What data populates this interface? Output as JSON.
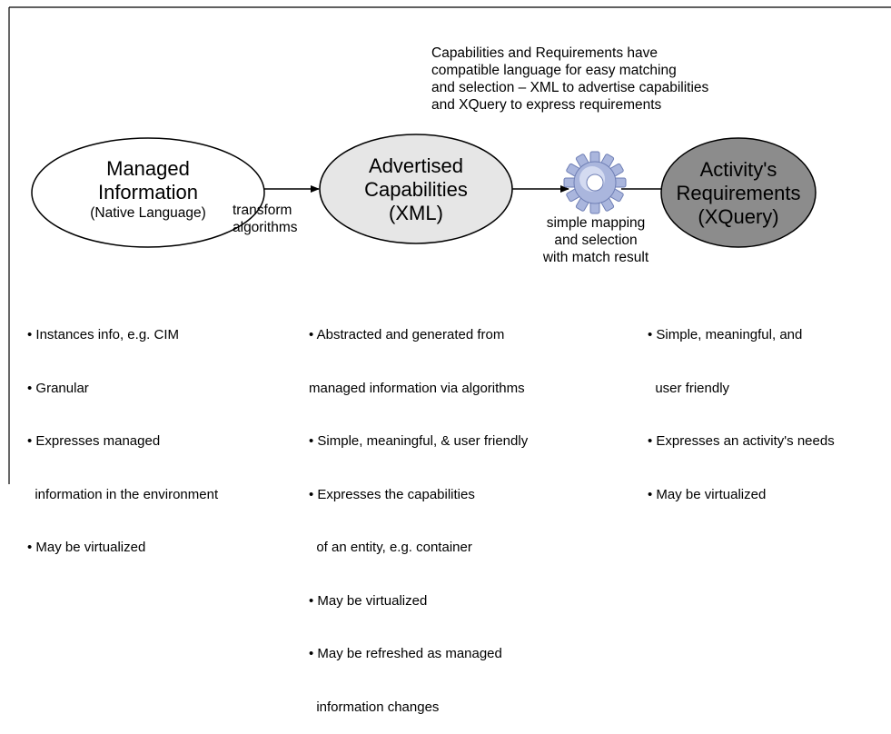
{
  "top_note": [
    "Capabilities and Requirements have",
    "compatible language for easy matching",
    "and selection – XML to advertise capabilities",
    "and XQuery to express requirements"
  ],
  "nodes": {
    "managed": {
      "line1": "Managed",
      "line2": "Information",
      "line3": "(Native Language)"
    },
    "advertised": {
      "line1": "Advertised",
      "line2": "Capabilities",
      "line3": "(XML)"
    },
    "requirements": {
      "line1": "Activity's",
      "line2": "Requirements",
      "line3": "(XQuery)"
    }
  },
  "edges": {
    "transform": [
      "transform",
      "algorithms"
    ],
    "mapping": [
      "simple mapping",
      "and selection",
      "with match result"
    ]
  },
  "lists": {
    "managed": [
      "• Instances info, e.g. CIM",
      "• Granular",
      "• Expresses managed",
      "  information in the environment",
      "• May be virtualized"
    ],
    "advertised": [
      "• Abstracted and generated from",
      "managed information via algorithms",
      "• Simple, meaningful, & user friendly",
      "• Expresses the capabilities",
      "  of an entity, e.g. container",
      "• May be virtualized",
      "• May be refreshed as managed",
      "  information changes"
    ],
    "requirements": [
      "• Simple, meaningful, and",
      "  user friendly",
      "• Expresses an activity's needs",
      "• May be virtualized"
    ]
  },
  "colors": {
    "managed_fill": "#ffffff",
    "advertised_fill": "#e6e6e6",
    "requirements_fill": "#8c8c8c",
    "stroke": "#000000",
    "gear": "#aab6dd"
  }
}
